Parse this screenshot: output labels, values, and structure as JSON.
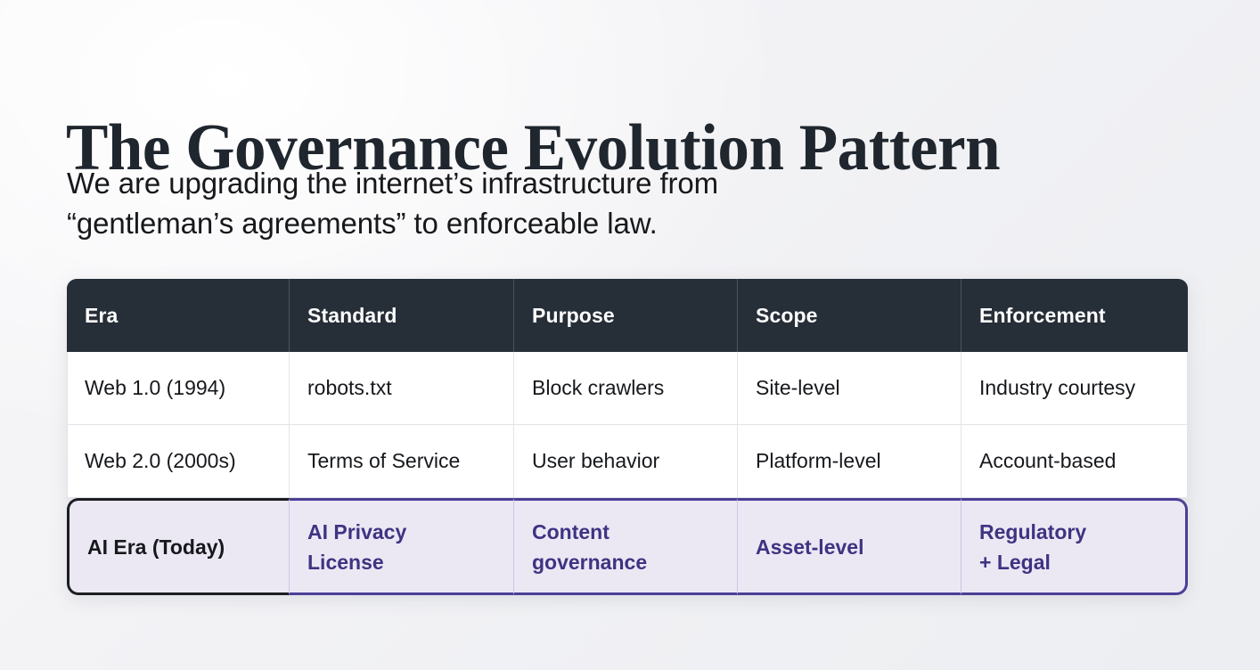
{
  "slide": {
    "title": "The Governance Evolution Pattern",
    "subtitle_line1": "We are upgrading the internet’s infrastructure from",
    "subtitle_line2": "“gentleman’s agreements” to enforceable law."
  },
  "colors": {
    "header_bg": "#262e38",
    "header_text": "#ffffff",
    "body_bg": "#ffffff",
    "body_text": "#16181c",
    "highlight_bg": "#ebe8f4",
    "highlight_text": "#3f3382",
    "highlight_border": "#4a3f96",
    "highlight_first_cell_text": "#16181c",
    "highlight_first_cell_border": "#1b1d22",
    "grid_line": "#e3e4e9",
    "page_bg": "#f2f2f5"
  },
  "table": {
    "columns": [
      "Era",
      "Standard",
      "Purpose",
      "Scope",
      "Enforcement"
    ],
    "rows": [
      {
        "highlight": false,
        "cells": [
          "Web 1.0 (1994)",
          "robots.txt",
          "Block crawlers",
          "Site-level",
          "Industry courtesy"
        ]
      },
      {
        "highlight": false,
        "cells": [
          "Web 2.0 (2000s)",
          "Terms of Service",
          "User behavior",
          "Platform-level",
          "Account-based"
        ]
      },
      {
        "highlight": true,
        "cells": [
          "AI Era (Today)",
          "AI Privacy License",
          "Content governance",
          "Asset-level",
          "Regulatory + Legal"
        ],
        "cells_wrapped": [
          [
            "AI Era (Today)"
          ],
          [
            "AI Privacy",
            "License"
          ],
          [
            "Content",
            "governance"
          ],
          [
            "Asset-level"
          ],
          [
            "Regulatory",
            "+ Legal"
          ]
        ]
      }
    ]
  }
}
